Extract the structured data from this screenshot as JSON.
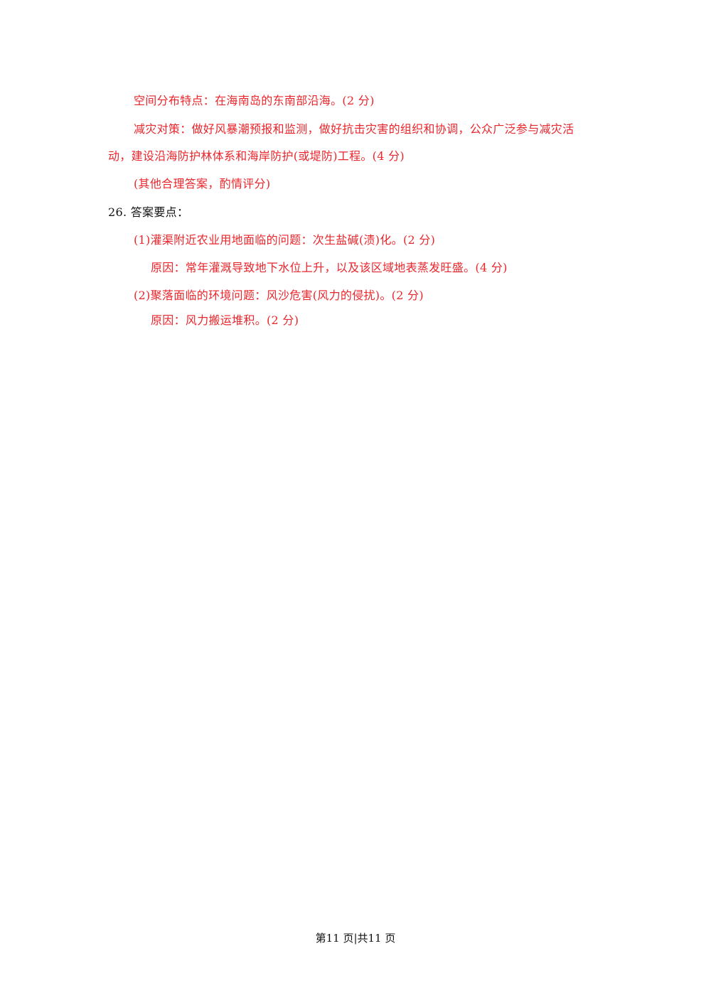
{
  "content": {
    "line1": "空间分布特点：在海南岛的东南部沿海。(2 分)",
    "line2": "减灾对策：做好风暴潮预报和监测，做好抗击灾害的组织和协调，公众广泛参与减灾活",
    "line3": "动，建设沿海防护林体系和海岸防护(或堤防)工程。(4 分)",
    "line4": "(其他合理答案，酌情评分)",
    "q26_number": "26.",
    "q26_label": "答案要点：",
    "q26_item1": "(1)灌渠附近农业用地面临的问题：次生盐碱(渍)化。(2 分)",
    "q26_item1_reason": "原因：常年灌溉导致地下水位上升，以及该区域地表蒸发旺盛。(4 分)",
    "q26_item2": "(2)聚落面临的环境问题：风沙危害(风力的侵扰)。(2 分)",
    "q26_item2_reason": "原因：风力搬运堆积。(2 分)"
  },
  "footer": {
    "page_indicator": "第11 页|共11 页"
  },
  "colors": {
    "answer_text": "#e8262c",
    "body_text": "#111111"
  }
}
